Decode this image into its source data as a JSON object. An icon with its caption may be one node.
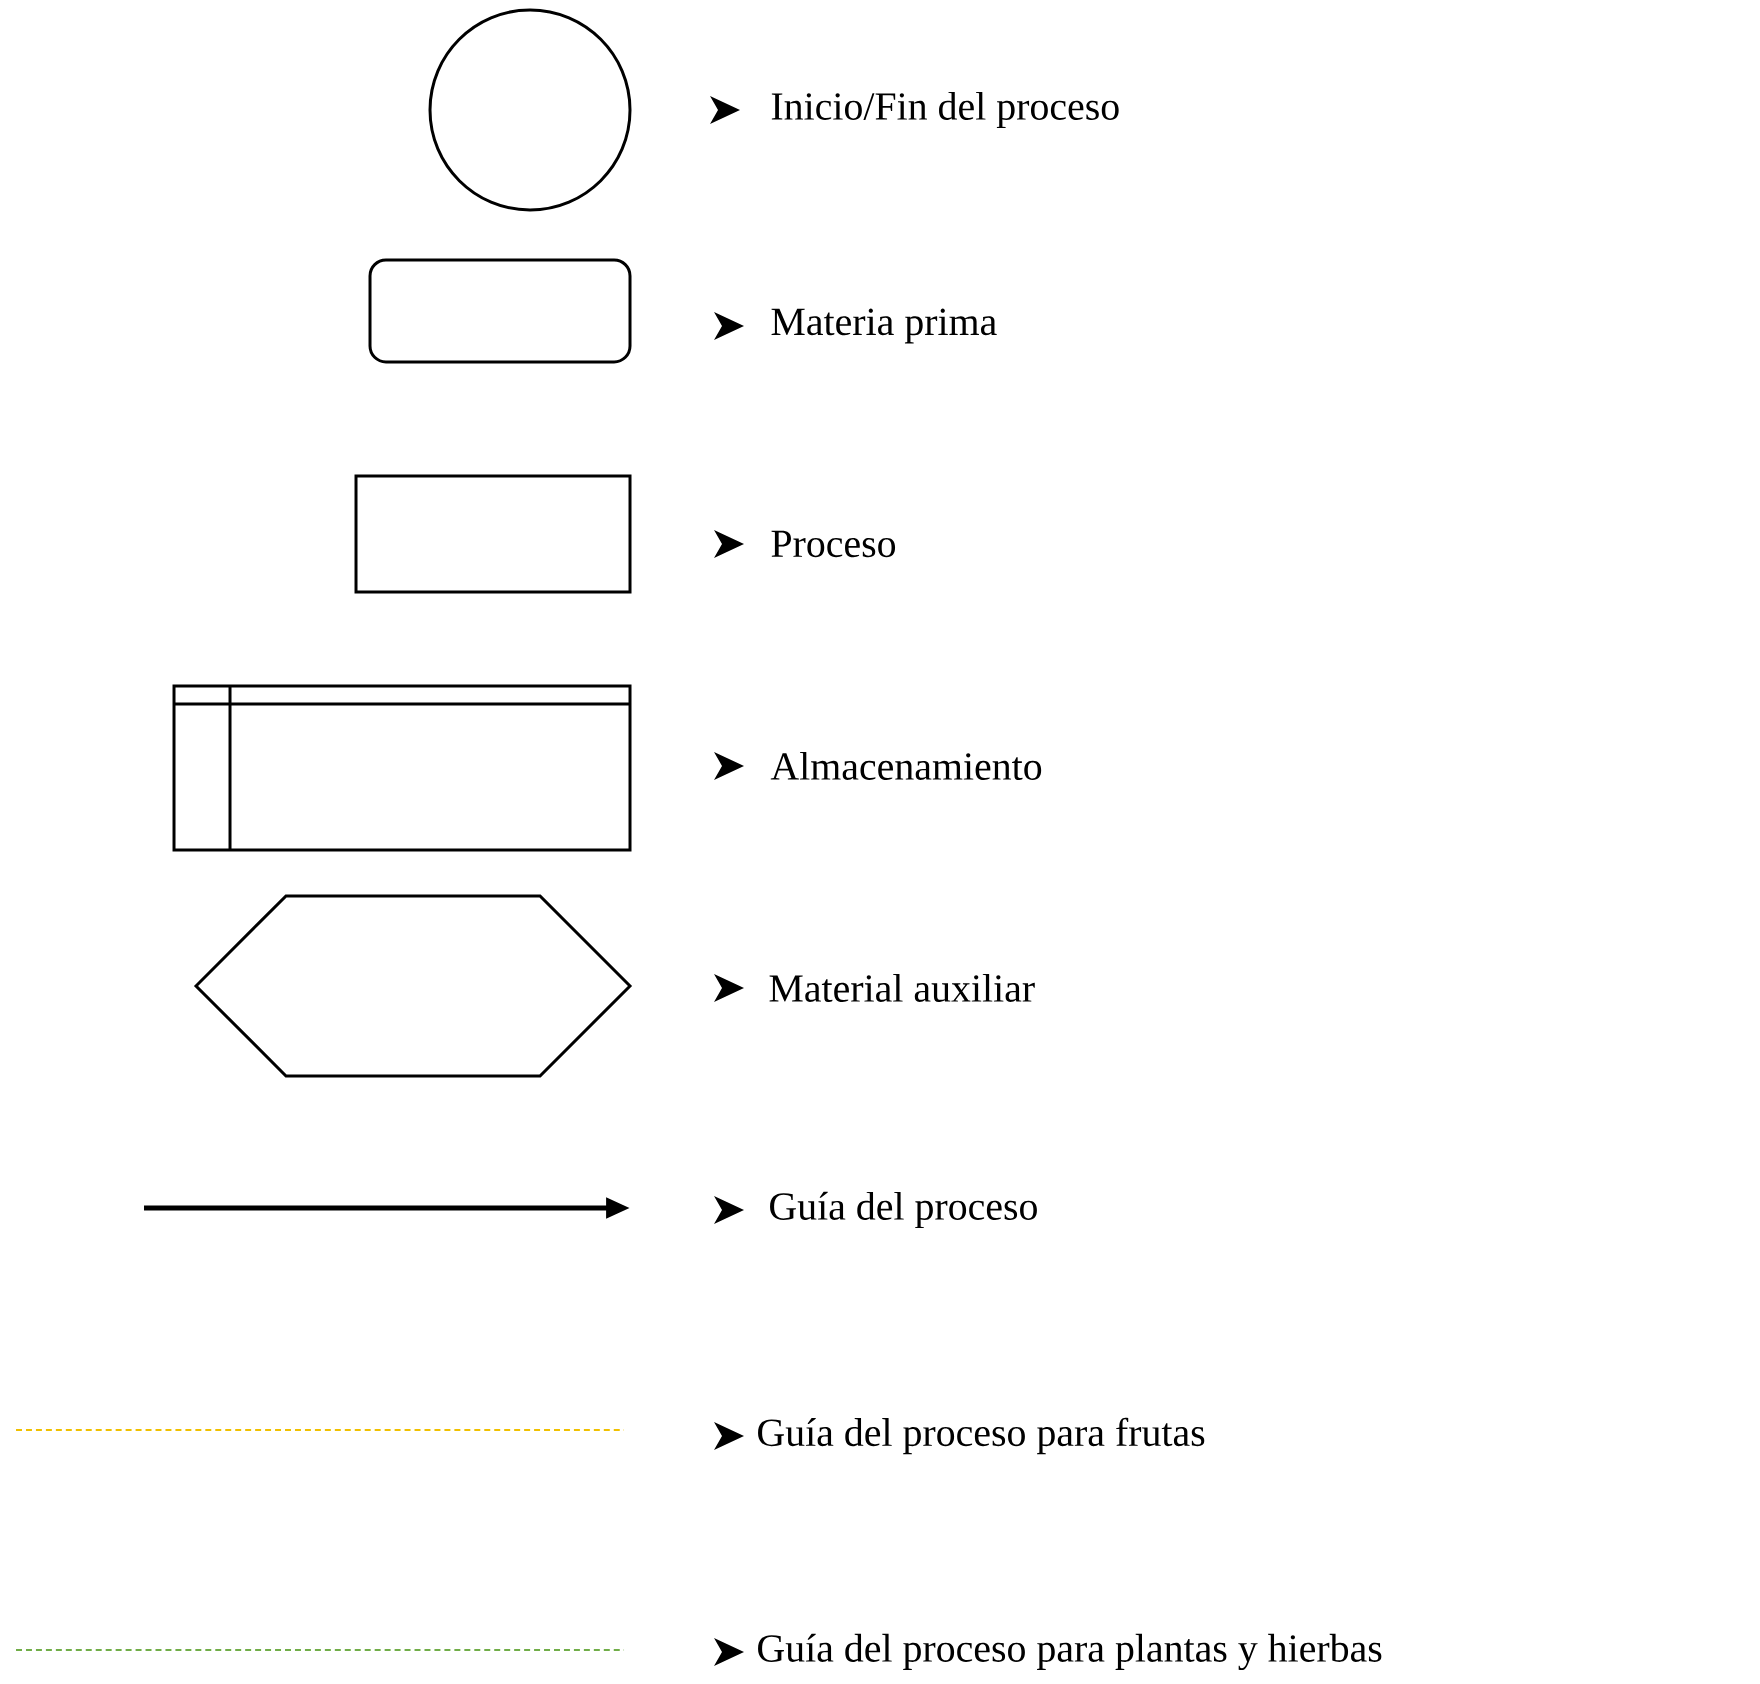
{
  "diagram": {
    "nodes": [
      {
        "text": [],
        "shape": "circle",
        "beside": [
          "Inicio/Fin del proceso"
        ]
      },
      {
        "text": [],
        "shape": "rounded-box",
        "beside": [
          "Materia prima"
        ]
      },
      {
        "text": [],
        "shape": "box",
        "beside": [
          "Proceso"
        ]
      },
      {
        "text": [],
        "shape": "storage",
        "beside": [
          "Almacenamiento"
        ]
      },
      {
        "text": [],
        "shape": "hexagon",
        "beside": [
          "Material auxiliar"
        ]
      }
    ],
    "legend": [
      {
        "text": "Guía del proceso"
      },
      {
        "text": "Guía del proceso para frutas"
      },
      {
        "text": "Guía del proceso para plantas y hierbas"
      }
    ]
  }
}
